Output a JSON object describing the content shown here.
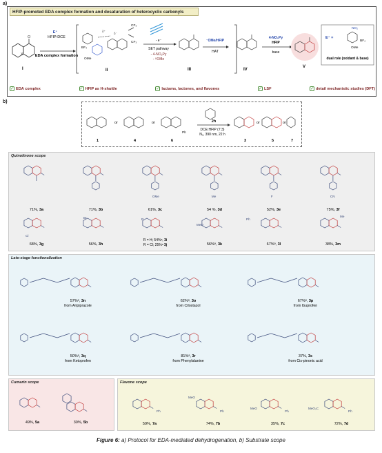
{
  "panel_a": {
    "label": "a)",
    "title": "HFIP-promoted EDA complex formation and desaturation of heterocyclic carbonyls",
    "reagent_e": "E⁺",
    "reagent_solvent": "HFIP:DCE",
    "step1": "EDA complex formation",
    "set": "SET pathway",
    "minus_e": "- e⁻",
    "byproduct1": "- 4-NO₂Py",
    "byproduct2": "- ᴼOMe",
    "ome_hfip": "⁻OMe/HFIP",
    "hat": "HAT",
    "reagent_last1": "4-NO₂Py",
    "reagent_last2": "HFIP",
    "base": "base",
    "compounds": [
      "I",
      "II",
      "III",
      "IV",
      "V"
    ],
    "e_eq": "E⁺  =",
    "dual_role": "dual role (oxidant & base)",
    "no2": "NO₂",
    "bf4": "BF₄",
    "ome": "OMe",
    "cf3": "CF₃",
    "features": [
      "EDA complex",
      "HFIP as H-shuttle",
      "lactams, lactones, and flavones",
      "LSF",
      "detail mechanistic studies (DFT)"
    ]
  },
  "panel_b": {
    "label": "b)",
    "or": "or",
    "reagent_no": "2h",
    "conditions1": "DCE:HFIP (7:3)",
    "conditions2": "N₂, 390 nm, 22 h",
    "starting": [
      "1",
      "4",
      "6"
    ],
    "products": [
      "3",
      "5",
      "7"
    ],
    "ph": "Ph"
  },
  "quinolinone": {
    "title": "Quinolinone scope",
    "items": [
      {
        "yield": "71%, ",
        "id": "3a"
      },
      {
        "yield": "71%, ",
        "id": "3b"
      },
      {
        "yield": "61%, ",
        "id": "3c"
      },
      {
        "yield": "54 %, ",
        "id": "3d"
      },
      {
        "yield": "52%, ",
        "id": "3e"
      },
      {
        "yield": "75%, ",
        "id": "3f"
      },
      {
        "yield": "68%, ",
        "id": "3g"
      },
      {
        "yield": "56%, ",
        "id": "3h"
      },
      {
        "yield": "R = H; 54%ᵃ, ",
        "id": "3i"
      },
      {
        "yield": "R = Cl; 25%ᵃ ",
        "id": "3j"
      },
      {
        "yield": "56%ᵃ, ",
        "id": "3k"
      },
      {
        "yield": "67%ᵃ, ",
        "id": "3l"
      },
      {
        "yield": "38%, ",
        "id": "3m"
      }
    ],
    "subs": {
      "ome": "OMe",
      "me": "Me",
      "f": "F",
      "cn": "CN",
      "cl": "Cl",
      "br": "Br",
      "r": "R",
      "meo": "MeO",
      "ph": "Ph",
      "o": "O",
      "n": "N"
    }
  },
  "lsf": {
    "title": "Late-stage functionalization",
    "items": [
      {
        "yield": "57%ᵃ, ",
        "id": "3n",
        "from": "from Aripiprazole"
      },
      {
        "yield": "62%ᵃ, ",
        "id": "3o",
        "from": "from Cilostazol"
      },
      {
        "yield": "67%ᵃ, ",
        "id": "3p",
        "from": "from Ibuprofen"
      },
      {
        "yield": "50%ᵃ, ",
        "id": "3q",
        "from": "from Ketoprofen"
      },
      {
        "yield": "81%ᵃ, ",
        "id": "3r",
        "from": "from Phenylalanine"
      },
      {
        "yield": "37%, ",
        "id": "3s",
        "from": "from Cis-pinonic acid"
      }
    ]
  },
  "coumarin": {
    "title": "Cumarin scope",
    "items": [
      {
        "yield": "49%, ",
        "id": "5a"
      },
      {
        "yield": "30%, ",
        "id": "5b"
      }
    ]
  },
  "flavone": {
    "title": "Flavone scope",
    "items": [
      {
        "yield": "59%, ",
        "id": "7a"
      },
      {
        "yield": "74%, ",
        "id": "7b"
      },
      {
        "yield": "35%, ",
        "id": "7c"
      },
      {
        "yield": "72%, ",
        "id": "7d"
      }
    ],
    "subs": {
      "meo": "MeO",
      "meo2c": "MeO₂C",
      "ph": "Ph"
    }
  },
  "caption": {
    "fig": "Figure 6:",
    "text": " a) Protocol for EDA-mediated dehydrogenation, b) Substrate scope"
  }
}
